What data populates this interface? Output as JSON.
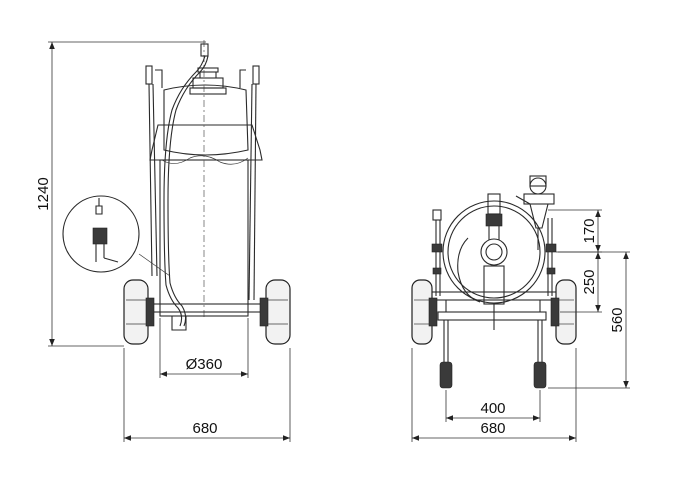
{
  "dimensions": {
    "height": "1240",
    "diameter": "Ø360",
    "side_width": "680",
    "d170": "170",
    "d250": "250",
    "d560": "560",
    "track": "400",
    "front_width": "680"
  }
}
